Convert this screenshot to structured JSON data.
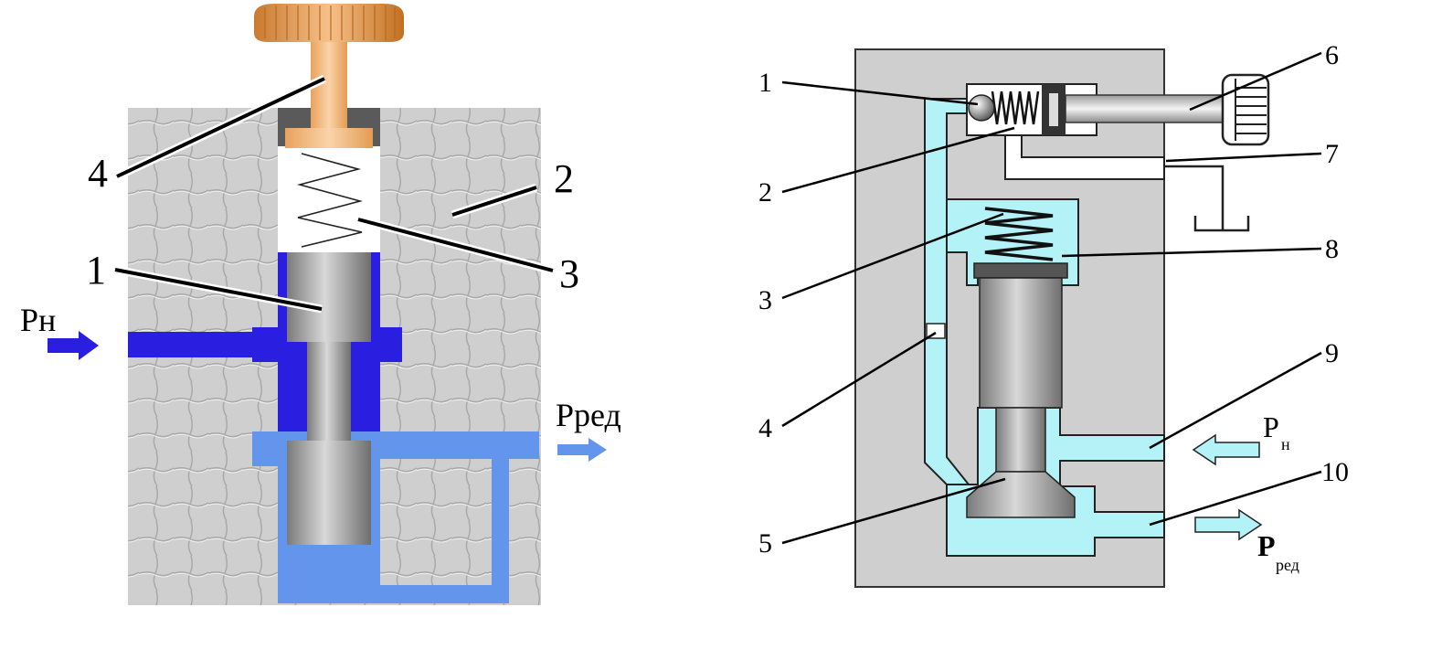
{
  "left": {
    "labels": {
      "l1": "1",
      "l2": "2",
      "l3": "3",
      "l4": "4",
      "pin": "Pн",
      "pout": "Pред"
    }
  },
  "right": {
    "labels": {
      "r1": "1",
      "r2": "2",
      "r3": "3",
      "r4": "4",
      "r5": "5",
      "r6": "6",
      "r7": "7",
      "r8": "8",
      "r9": "9",
      "r10": "10",
      "pin_main": "P",
      "pin_sub": "н",
      "pout_main": "P",
      "pout_sub": "ред"
    }
  },
  "colors": {
    "housing": "#cfcfcf",
    "high_pressure": "#2a1ee0",
    "reduced_pressure": "#6495ed",
    "fluid_light": "#b3f2f7",
    "knob": "#f0a868",
    "piston": "#a8a8a8"
  }
}
